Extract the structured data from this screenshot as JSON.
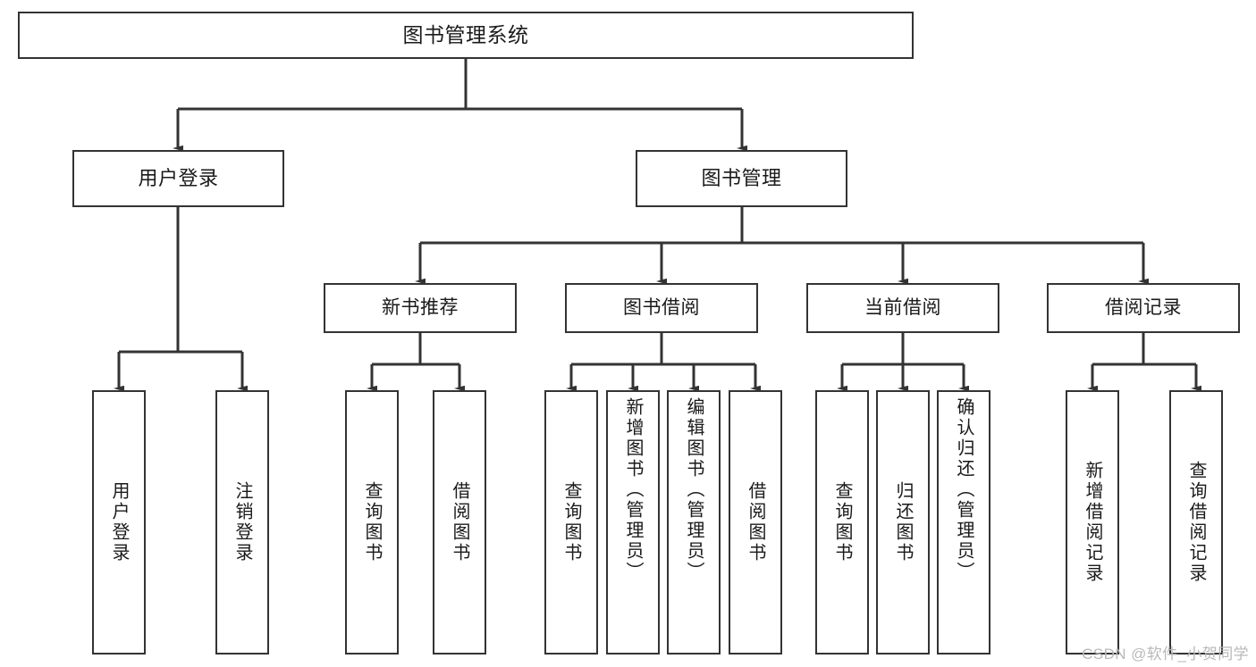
{
  "diagram": {
    "title": "图书管理系统",
    "type": "tree-hierarchy-diagram",
    "colors": {
      "box_border": "#333333",
      "box_fill": "#ffffff",
      "edge": "#333333",
      "text": "#1a1a1a",
      "watermark": "#b9b9b9"
    },
    "nodes": {
      "root": {
        "label": "图书管理系统"
      },
      "level1": [
        {
          "id": "user-login",
          "label": "用户登录"
        },
        {
          "id": "book-manage",
          "label": "图书管理"
        }
      ],
      "level2": [
        {
          "id": "new-book-recommend",
          "label": "新书推荐"
        },
        {
          "id": "book-borrow",
          "label": "图书借阅"
        },
        {
          "id": "current-borrow",
          "label": "当前借阅"
        },
        {
          "id": "borrow-record",
          "label": "借阅记录"
        }
      ],
      "leaves": {
        "user-login": [
          {
            "id": "leaf-user-login",
            "label": "用户登录"
          },
          {
            "id": "leaf-logout",
            "label": "注销登录"
          }
        ],
        "new-book-recommend": [
          {
            "id": "leaf-query-book-1",
            "label": "查询图书"
          },
          {
            "id": "leaf-borrow-book-1",
            "label": "借阅图书"
          }
        ],
        "book-borrow": [
          {
            "id": "leaf-query-book-2",
            "label": "查询图书"
          },
          {
            "id": "leaf-add-book",
            "label": "新增图书（管理员）"
          },
          {
            "id": "leaf-edit-book",
            "label": "编辑图书（管理员）"
          },
          {
            "id": "leaf-borrow-book-2",
            "label": "借阅图书"
          }
        ],
        "current-borrow": [
          {
            "id": "leaf-query-book-3",
            "label": "查询图书"
          },
          {
            "id": "leaf-return-book",
            "label": "归还图书"
          },
          {
            "id": "leaf-confirm-return",
            "label": "确认归还（管理员）"
          }
        ],
        "borrow-record": [
          {
            "id": "leaf-add-record",
            "label": "新增借阅记录"
          },
          {
            "id": "leaf-query-record",
            "label": "查询借阅记录"
          }
        ]
      }
    },
    "watermark": "CSDN @软件_小贺同学"
  }
}
